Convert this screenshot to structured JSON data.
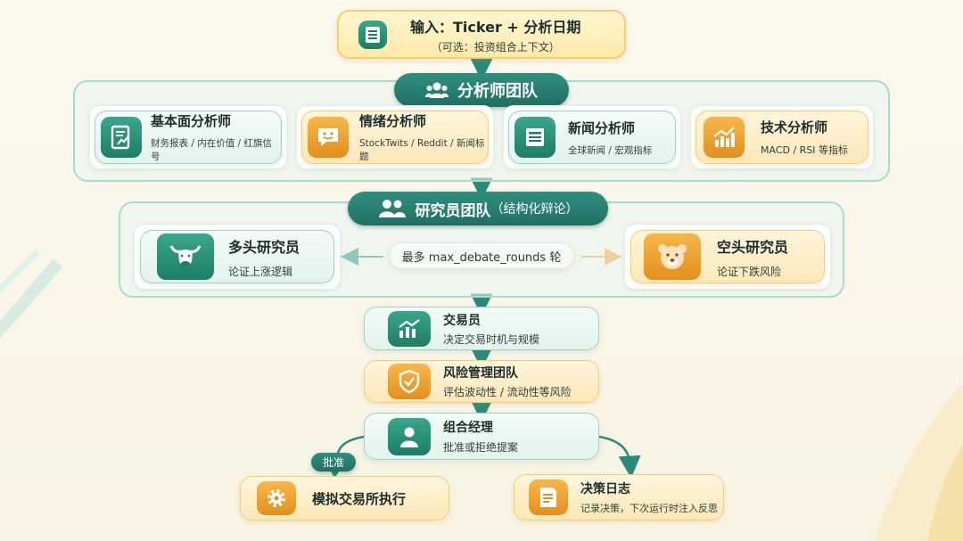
{
  "input": {
    "title": "输入：Ticker + 分析日期",
    "subtitle": "（可选：投资组合上下文）"
  },
  "analyst_team": {
    "title": "分析师团队",
    "analysts": [
      {
        "name": "基本面分析师",
        "desc": "财务报表 / 内在价值 / 红旗信号",
        "icon": "document-chart-icon"
      },
      {
        "name": "情绪分析师",
        "desc": "StockTwits / Reddit / 新闻标题",
        "icon": "smile-chat-icon"
      },
      {
        "name": "新闻分析师",
        "desc": "全球新闻 / 宏观指标",
        "icon": "newspaper-icon"
      },
      {
        "name": "技术分析师",
        "desc": "MACD / RSI 等指标",
        "icon": "chart-trend-icon"
      }
    ]
  },
  "research_team": {
    "title": "研究员团队",
    "title_suffix": "（结构化辩论）",
    "bull": {
      "name": "多头研究员",
      "desc": "论证上涨逻辑"
    },
    "bear": {
      "name": "空头研究员",
      "desc": "论证下跌风险"
    },
    "debate": "最多 max_debate_rounds 轮"
  },
  "trader": {
    "name": "交易员",
    "desc": "决定交易时机与规模"
  },
  "risk": {
    "name": "风险管理团队",
    "desc": "评估波动性 / 流动性等风险"
  },
  "portfolio": {
    "name": "组合经理",
    "desc": "批准或拒绝提案"
  },
  "approve_label": "批准",
  "execution": {
    "name": "模拟交易所执行"
  },
  "decision_log": {
    "name": "决策日志",
    "desc": "记录决策，下次运行时注入反思"
  },
  "colors": {
    "teal": "#216f63",
    "gold": "#f4cf6a",
    "orange": "#e48f1c",
    "mint_border": "#9ed3c3"
  }
}
